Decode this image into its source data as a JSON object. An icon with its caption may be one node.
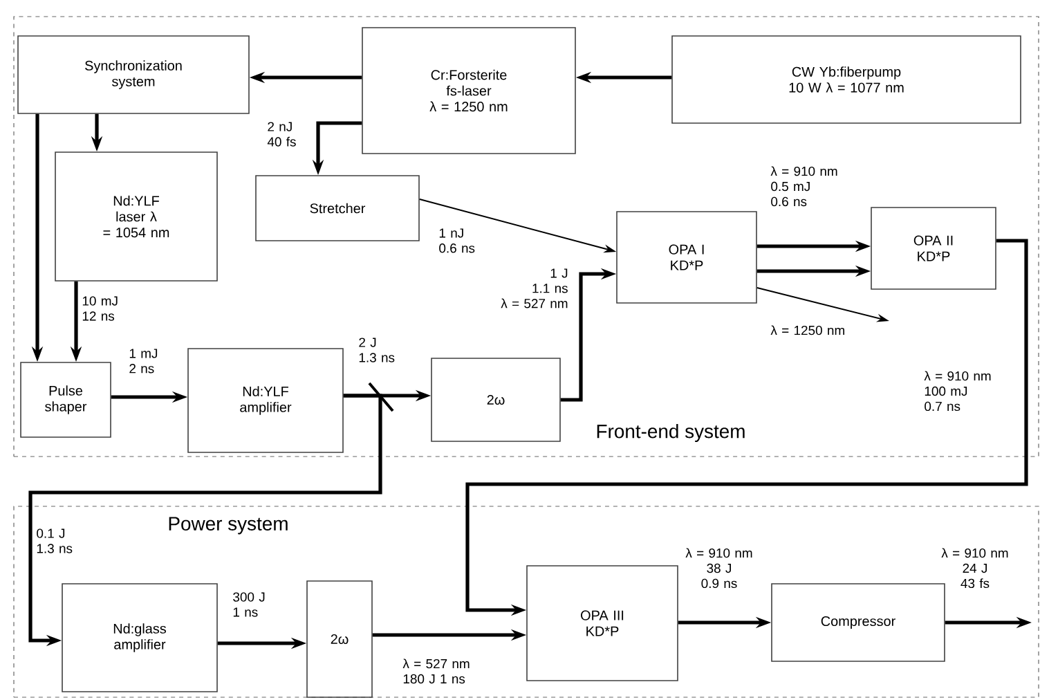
{
  "diagram": {
    "nodes": [
      {
        "text": [
          "Front-end system"
        ]
      },
      {
        "text": [
          "Synchronization system"
        ],
        "in": 0
      },
      {
        "text": [
          "Cr:Forsterite fs-laser λ = 1250 nm"
        ],
        "in": 0
      },
      {
        "text": [
          "CW Yb:fiberpump 10 W λ = 1077 nm"
        ],
        "in": 0
      },
      {
        "text": [
          "Nd:YLF laser λ = 1054 nm"
        ],
        "in": 0
      },
      {
        "text": [
          "Stretcher"
        ],
        "in": 0
      },
      {
        "text": [
          "OPA I KD*P"
        ],
        "in": 0
      },
      {
        "text": [
          "OPA II KD*P"
        ],
        "in": 0
      },
      {
        "text": [
          "Pulse shaper"
        ],
        "in": 0
      },
      {
        "text": [
          "Nd:YLF amplifier"
        ],
        "in": 0
      },
      {
        "text": [
          "2ω"
        ],
        "in": 0
      },
      {
        "text": [
          "Power system"
        ]
      },
      {
        "text": [
          "Nd:glass amplifier"
        ],
        "in": 11
      },
      {
        "text": [
          "2ω"
        ],
        "in": 11
      },
      {
        "text": [
          "OPA III KD*P"
        ],
        "in": 11
      },
      {
        "text": [
          "Compressor"
        ],
        "in": 11
      }
    ],
    "edges": [
      {
        "from": 3,
        "to": 2,
        "arrow": "to"
      },
      {
        "from": 2,
        "to": 1,
        "arrow": "to"
      },
      {
        "from": 2,
        "to": 5,
        "arrow": "to",
        "label": "2 nJ 40 fs"
      },
      {
        "from": 1,
        "to": 4,
        "arrow": "to"
      },
      {
        "from": 1,
        "to": 8,
        "arrow": "to"
      },
      {
        "from": 4,
        "to": 8,
        "arrow": "to",
        "label": "10 mJ 12 ns"
      },
      {
        "from": 5,
        "to": 6,
        "arrow": "to",
        "label": "1 nJ 0.6 ns"
      },
      {
        "from": 8,
        "to": 9,
        "arrow": "to",
        "label": "1 mJ 2 ns"
      },
      {
        "from": 9,
        "to": 10,
        "arrow": "to",
        "label": "2 J 1.3 ns"
      },
      {
        "from": 9,
        "to": 12,
        "arrow": "to",
        "label": "0.1 J 1.3 ns"
      },
      {
        "from": 10,
        "to": 6,
        "arrow": "to",
        "label": "1 J 1.1 ns λ = 527 nm"
      },
      {
        "from": 6,
        "to": 7,
        "arrow": "to",
        "label": "λ = 910 nm 0.5 mJ 0.6 ns"
      },
      {
        "from": 6,
        "to": 7,
        "arrow": "to"
      },
      {
        "from": 6,
        "to": null,
        "arrow": "to",
        "label": "λ = 1250 nm"
      },
      {
        "from": 7,
        "to": 14,
        "arrow": "to",
        "label": "λ = 910 nm 100 mJ 0.7 ns"
      },
      {
        "from": 12,
        "to": 13,
        "arrow": "to",
        "label": "300 J 1 ns"
      },
      {
        "from": 13,
        "to": 14,
        "arrow": "to",
        "label": "λ = 527 nm 180 J 1 ns"
      },
      {
        "from": 14,
        "to": 15,
        "arrow": "to",
        "label": "λ = 910 nm 38 J 0.9 ns"
      },
      {
        "from": 15,
        "to": null,
        "arrow": "to",
        "label": "λ = 910 nm 24 J 43 fs"
      }
    ]
  }
}
